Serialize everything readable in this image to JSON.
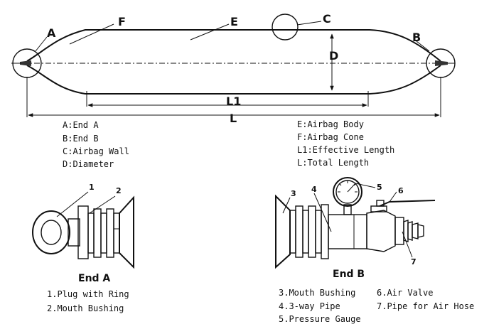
{
  "airbag": {
    "letters": {
      "a": "A",
      "b": "B",
      "c": "C",
      "d": "D",
      "e": "E",
      "f": "F",
      "l1": "L1",
      "l": "L"
    },
    "legend_left": [
      "A:End A",
      "B:End B",
      "C:Airbag Wall",
      "D:Diameter"
    ],
    "legend_right": [
      "E:Airbag Body",
      "F:Airbag Cone",
      "L1:Effective Length",
      "L:Total Length"
    ]
  },
  "end_a": {
    "caption": "End A",
    "callouts": [
      "1",
      "2"
    ],
    "parts": [
      "1.Plug with Ring",
      "2.Mouth Bushing"
    ]
  },
  "end_b": {
    "caption": "End B",
    "callouts": [
      "3",
      "4",
      "5",
      "6",
      "7"
    ],
    "parts_col1": [
      "3.Mouth Bushing",
      "4.3-way Pipe",
      "5.Pressure Gauge"
    ],
    "parts_col2": [
      "6.Air Valve",
      "7.Pipe for Air Hose"
    ]
  }
}
